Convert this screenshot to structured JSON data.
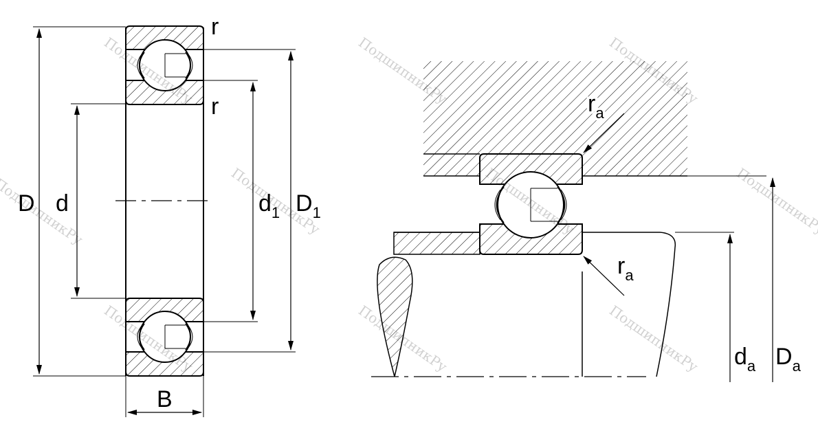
{
  "diagram": {
    "bearing_section": {
      "labels": {
        "D": "D",
        "d": "d",
        "d1_main": "d",
        "d1_sub": "1",
        "D1_main": "D",
        "D1_sub": "1",
        "B": "B",
        "r_top": "r",
        "r_mid": "r"
      }
    },
    "mounting": {
      "labels": {
        "ra_top_main": "r",
        "ra_top_sub": "a",
        "ra_bottom_main": "r",
        "ra_bottom_sub": "a",
        "da_main": "d",
        "da_sub": "a",
        "Da_main": "D",
        "Da_sub": "a"
      }
    },
    "watermark": "ПодшипникРу"
  }
}
